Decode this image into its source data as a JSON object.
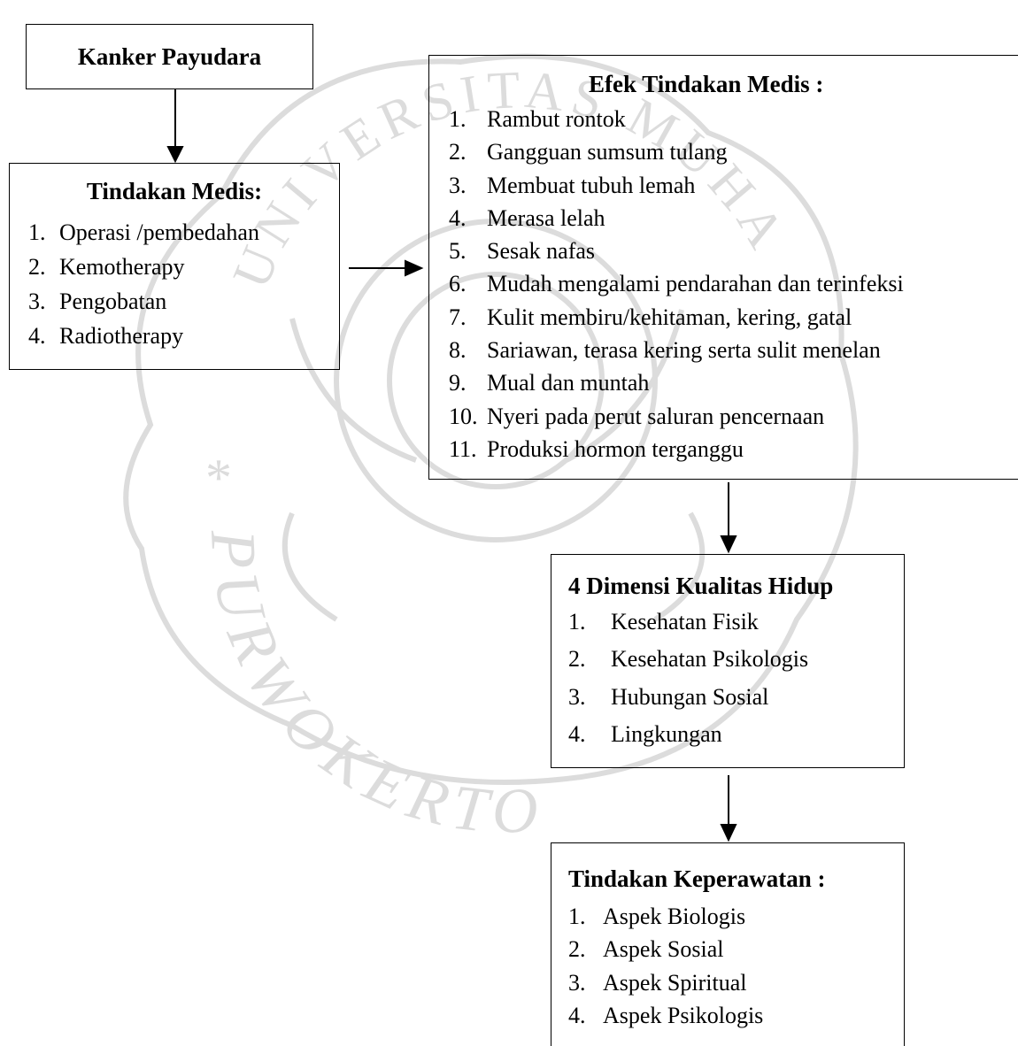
{
  "boxes": {
    "kanker": {
      "title": "Kanker Payudara"
    },
    "tindakan_medis": {
      "title": "Tindakan Medis:",
      "items": [
        {
          "num": "1.",
          "text": "Operasi /pembedahan"
        },
        {
          "num": "2.",
          "text": "Kemotherapy"
        },
        {
          "num": "3.",
          "text": "Pengobatan"
        },
        {
          "num": "4.",
          "text": "Radiotherapy"
        }
      ]
    },
    "efek": {
      "title": "Efek Tindakan Medis :",
      "items": [
        {
          "num": "1.",
          "text": "Rambut rontok"
        },
        {
          "num": "2.",
          "text": "Gangguan sumsum tulang"
        },
        {
          "num": "3.",
          "text": "Membuat tubuh lemah"
        },
        {
          "num": "4.",
          "text": "Merasa lelah"
        },
        {
          "num": "5.",
          "text": "Sesak nafas"
        },
        {
          "num": "6.",
          "text": "Mudah mengalami pendarahan dan terinfeksi"
        },
        {
          "num": "7.",
          "text": "Kulit membiru/kehitaman, kering, gatal"
        },
        {
          "num": "8.",
          "text": "Sariawan, terasa kering serta sulit menelan"
        },
        {
          "num": "9.",
          "text": "Mual dan muntah"
        },
        {
          "num": "10.",
          "text": "Nyeri pada perut saluran pencernaan"
        },
        {
          "num": "11.",
          "text": "Produksi hormon terganggu"
        }
      ]
    },
    "dimensi": {
      "title": "4 Dimensi Kualitas Hidup",
      "items": [
        {
          "num": "1.",
          "text": "Kesehatan Fisik"
        },
        {
          "num": "2.",
          "text": "Kesehatan Psikologis"
        },
        {
          "num": "3.",
          "text": "Hubungan Sosial"
        },
        {
          "num": "4.",
          "text": "Lingkungan"
        }
      ]
    },
    "keperawatan": {
      "title": "Tindakan Keperawatan :",
      "items": [
        {
          "num": "1.",
          "text": "Aspek Biologis"
        },
        {
          "num": "2.",
          "text": "Aspek Sosial"
        },
        {
          "num": "3.",
          "text": "Aspek Spiritual"
        },
        {
          "num": "4.",
          "text": "Aspek Psikologis"
        }
      ]
    }
  },
  "watermark": {
    "text_top": "UNIVERSITAS MUHAMMADIYAH",
    "text_bottom": "PURWOKERTO",
    "color": "#dcdcdc"
  }
}
